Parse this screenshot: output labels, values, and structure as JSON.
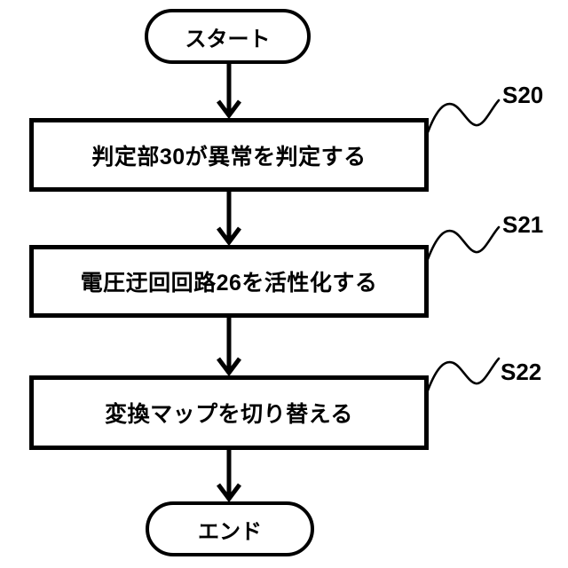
{
  "flowchart": {
    "start": {
      "label": "スタート"
    },
    "end": {
      "label": "エンド"
    },
    "steps": [
      {
        "id": "S20",
        "label": "判定部30が異常を判定する"
      },
      {
        "id": "S21",
        "label": "電圧迂回回路26を活性化する"
      },
      {
        "id": "S22",
        "label": "変換マップを切り替える"
      }
    ],
    "colors": {
      "line": "#000000",
      "background": "#ffffff",
      "text": "#000000"
    }
  }
}
